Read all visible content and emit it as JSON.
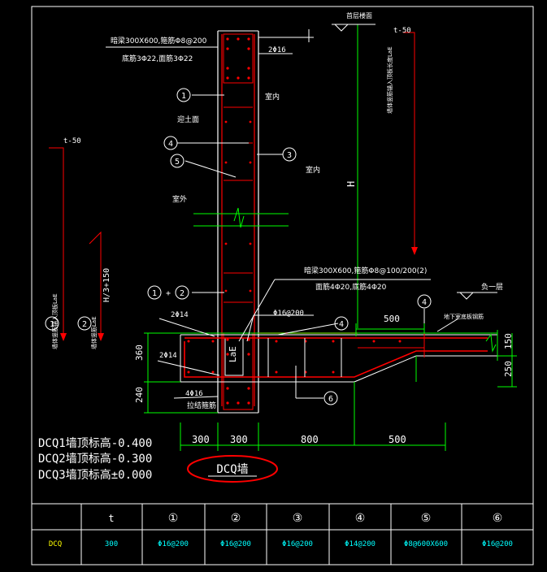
{
  "labels": {
    "beam_top": "暗梁300X600,箍筋Φ8@200",
    "beam_top_bars": "底筋3Φ22,面筋3Φ22",
    "bar_2phi16": "2Φ16",
    "roof_level": "首层楼面",
    "t50_right": "t-50",
    "t50_left": "t-50",
    "indoor": "室内",
    "backfill": "迎土面",
    "indoor2": "室内",
    "outdoor": "室外",
    "H": "H",
    "right_vert_note": "墙体竖筋锚入顶板长度LaE",
    "left_vert_note1": "墙体竖筋锚入顶板LaE",
    "left_vert_note2": "墙体竖筋LaE",
    "H3": "H/3+150",
    "beam_bottom": "暗梁300X600,箍筋Φ8@100/200(2)",
    "beam_bottom_bars": "面筋4Φ20,底筋4Φ20",
    "phi16_200": "Φ16@200",
    "level_b1": "负一层",
    "dim_500_top": "500",
    "slab_note": "地下室底板钢筋",
    "two_phi14_a": "2Φ14",
    "two_phi14_b": "2Φ14",
    "LaE": "LaE",
    "four_phi16": "4Φ16",
    "stirrup": "拉结箍筋",
    "dim_360": "360",
    "dim_240": "240",
    "dim_150": "150",
    "dim_250": "250",
    "dim_300a": "300",
    "dim_300b": "300",
    "dim_800": "800",
    "dim_500": "500",
    "circle_1": "1",
    "circle_2": "2",
    "circle_3": "3",
    "circle_4": "4",
    "circle_5": "5",
    "circle_6": "6",
    "plus": "+"
  },
  "notes": [
    "DCQ1墙顶标高-0.400",
    "DCQ2墙顶标高-0.300",
    "DCQ3墙顶标高±0.000"
  ],
  "title": "DCQ墙",
  "table": {
    "headers": [
      "",
      "t",
      "①",
      "②",
      "③",
      "④",
      "⑤",
      "⑥"
    ],
    "row": [
      "DCQ",
      "300",
      "Φ16@200",
      "Φ16@200",
      "Φ16@200",
      "Φ14@200",
      "Φ8@600X600",
      "Φ16@200"
    ]
  },
  "colors": {
    "background": "#000000",
    "outline": "#ffffff",
    "rebar": "#ff0000",
    "dimension": "#00ff00",
    "text": "#ffffff",
    "table_text": "#00ffff",
    "table_label": "#ffff00",
    "highlight": "#ff0000"
  }
}
